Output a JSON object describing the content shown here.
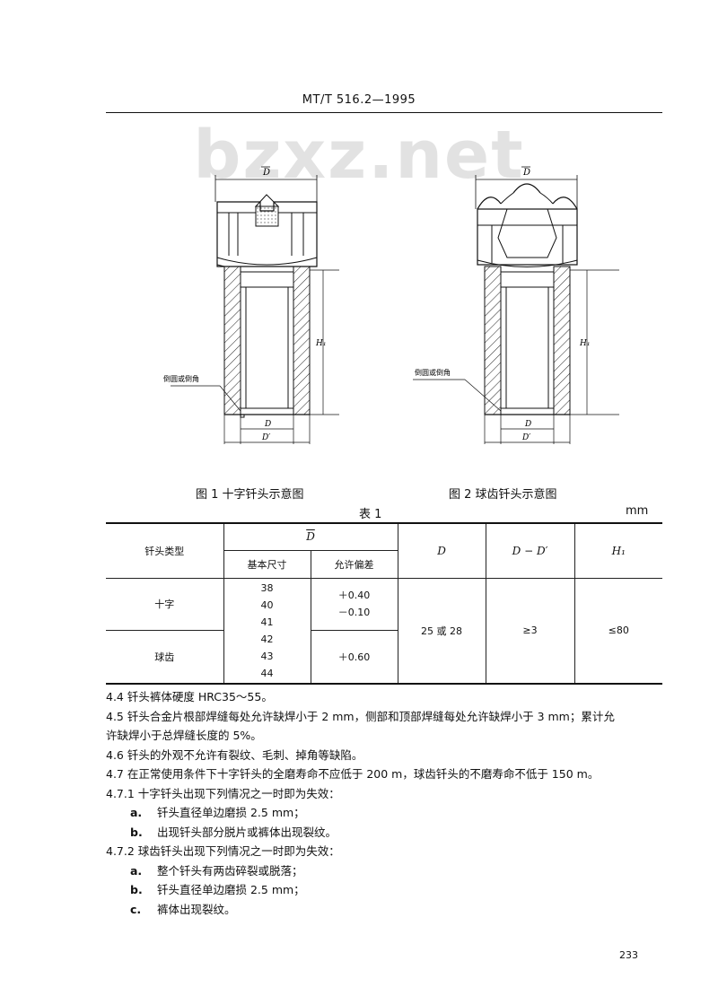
{
  "header": {
    "doc_code": "MT/T 516.2—1995"
  },
  "watermark": "bzxz.net",
  "figure1": {
    "caption": "图 1   十字钎头示意图",
    "label_top": "D",
    "label_d": "D",
    "label_d_prime": "D′",
    "label_h": "H₁",
    "callout": "倒圆或倒角"
  },
  "figure2": {
    "caption": "图 2   球齿钎头示意图",
    "label_top": "D",
    "label_d": "D",
    "label_d_prime": "D′",
    "label_h": "H₁",
    "callout": "倒圆或倒角"
  },
  "table": {
    "title": "表 1",
    "unit": "mm",
    "headers": {
      "type": "钎头类型",
      "dbar": "D",
      "basic": "基本尺寸",
      "tolerance": "允许偏差",
      "d": "D",
      "d_minus_dp": "D − D′",
      "h1": "H₁"
    },
    "rows": {
      "cross_label": "十字",
      "ball_label": "球齿",
      "basic_sizes": [
        "38",
        "40",
        "41",
        "42",
        "43",
        "44"
      ],
      "cross_tol_plus": "＋0.40",
      "cross_tol_minus": "－0.10",
      "ball_tol": "＋0.60",
      "d_value": "25 或 28",
      "d_minus_dp_value": "≥3",
      "h1_value": "≤80"
    }
  },
  "body": {
    "p44": "4.4   钎头裤体硬度 HRC35～55。",
    "p45a": "4.5   钎头合金片根部焊缝每处允许缺焊小于 2 mm，侧部和顶部焊缝每处允许缺焊小于 3 mm；累计允",
    "p45b": "许缺焊小于总焊缝长度的 5%。",
    "p46": "4.6   钎头的外观不允许有裂纹、毛刺、掉角等缺陷。",
    "p47": "4.7   在正常使用条件下十字钎头的全磨寿命不应低于 200 m，球齿钎头的不磨寿命不低于 150 m。",
    "p471": "4.7.1   十字钎头出现下列情况之一时即为失效：",
    "p471a_label": "a.",
    "p471a": "钎头直径单边磨损 2.5 mm；",
    "p471b_label": "b.",
    "p471b": "出现钎头部分脱片或裤体出现裂纹。",
    "p472": "4.7.2   球齿钎头出现下列情况之一时即为失效：",
    "p472a_label": "a.",
    "p472a": "整个钎头有两齿碎裂或脱落；",
    "p472b_label": "b.",
    "p472b": "钎头直径单边磨损 2.5 mm；",
    "p472c_label": "c.",
    "p472c": "裤体出现裂纹。"
  },
  "page_number": "233"
}
